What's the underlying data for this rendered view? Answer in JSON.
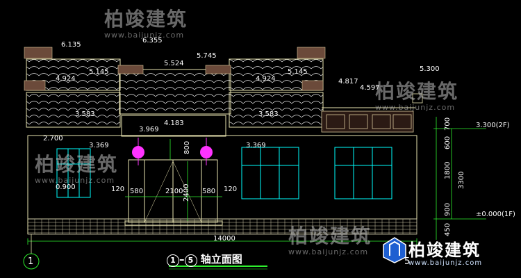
{
  "watermark": {
    "brand": "柏竣建筑",
    "url": "www.baijunjz.com"
  },
  "elevations": {
    "roof_main_left": "6.135",
    "roof_main_mid": "6.355",
    "roof_upper_right": "5.745",
    "roof_center_ridge": "5.524",
    "roof_left_ridge": "5.145",
    "roof_right_ridge": "5.145",
    "eave_left_upper": "4.924",
    "eave_right_upper": "4.924",
    "eave_right_annex": "4.817",
    "eave_right_annex2": "4.597",
    "top_right_parapet": "5.300",
    "entry_top": "4.183",
    "entry_beam": "3.969",
    "eave_left_lower": "3.583",
    "eave_right_lower": "3.583",
    "left_wall_top": "2.700",
    "window_top_left": "3.369",
    "window_top_right": "3.369",
    "window_sill": "0.900",
    "floor_2f": "3.300(2F)",
    "floor_1f": "±0.000(1F)"
  },
  "dims": {
    "door_left_gap": "580",
    "door_width": "2100",
    "door_right_gap": "580",
    "side_gap_left": "120",
    "side_gap_right": "120",
    "door_height": "2400",
    "transom": "800",
    "total_width": "14000",
    "right_stack": [
      "700",
      "600",
      "1800",
      "900",
      "450"
    ],
    "right_total": "3300"
  },
  "axes": {
    "left": "1",
    "right": "5"
  },
  "caption": {
    "from": "1",
    "to": "5",
    "text": "轴立面图"
  }
}
